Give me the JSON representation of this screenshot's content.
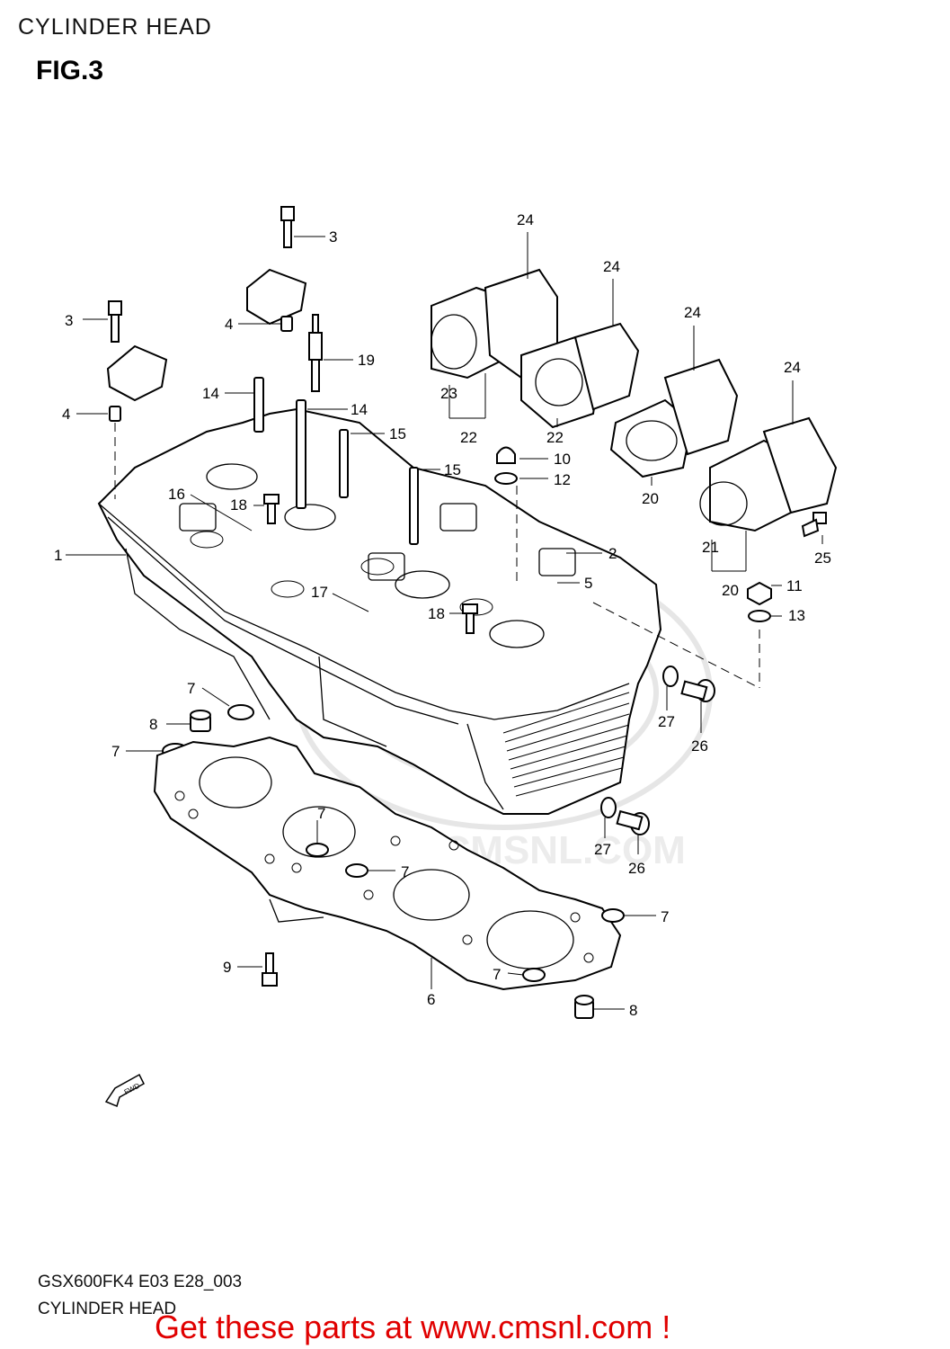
{
  "header": {
    "title": "CYLINDER HEAD",
    "figure": "FIG.3"
  },
  "footer": {
    "model_code": "GSX600FK4 E03 E28_003",
    "section_name": "CYLINDER HEAD"
  },
  "promo": {
    "text": "Get these parts at www.cmsnl.com !",
    "color": "#e00000"
  },
  "watermark": {
    "text": "WWW.CMSNL.COM"
  },
  "direction_marker": {
    "text": "FWD"
  },
  "callouts": [
    {
      "id": "c3a",
      "label": "3"
    },
    {
      "id": "c3b",
      "label": "3"
    },
    {
      "id": "c4a",
      "label": "4"
    },
    {
      "id": "c4b",
      "label": "4"
    },
    {
      "id": "c19",
      "label": "19"
    },
    {
      "id": "c14a",
      "label": "14"
    },
    {
      "id": "c14b",
      "label": "14"
    },
    {
      "id": "c15a",
      "label": "15"
    },
    {
      "id": "c15b",
      "label": "15"
    },
    {
      "id": "c16",
      "label": "16"
    },
    {
      "id": "c18a",
      "label": "18"
    },
    {
      "id": "c18b",
      "label": "18"
    },
    {
      "id": "c1",
      "label": "1"
    },
    {
      "id": "c17",
      "label": "17"
    },
    {
      "id": "c2",
      "label": "2"
    },
    {
      "id": "c5",
      "label": "5"
    },
    {
      "id": "c24a",
      "label": "24"
    },
    {
      "id": "c24b",
      "label": "24"
    },
    {
      "id": "c24c",
      "label": "24"
    },
    {
      "id": "c24d",
      "label": "24"
    },
    {
      "id": "c23",
      "label": "23"
    },
    {
      "id": "c22a",
      "label": "22"
    },
    {
      "id": "c22b",
      "label": "22"
    },
    {
      "id": "c10",
      "label": "10"
    },
    {
      "id": "c12",
      "label": "12"
    },
    {
      "id": "c20a",
      "label": "20"
    },
    {
      "id": "c20b",
      "label": "20"
    },
    {
      "id": "c21",
      "label": "21"
    },
    {
      "id": "c25",
      "label": "25"
    },
    {
      "id": "c11",
      "label": "11"
    },
    {
      "id": "c13",
      "label": "13"
    },
    {
      "id": "c27a",
      "label": "27"
    },
    {
      "id": "c26a",
      "label": "26"
    },
    {
      "id": "c27b",
      "label": "27"
    },
    {
      "id": "c26b",
      "label": "26"
    },
    {
      "id": "c7a",
      "label": "7"
    },
    {
      "id": "c8a",
      "label": "8"
    },
    {
      "id": "c7b",
      "label": "7"
    },
    {
      "id": "c7c",
      "label": "7"
    },
    {
      "id": "c7d",
      "label": "7"
    },
    {
      "id": "c7e",
      "label": "7"
    },
    {
      "id": "c7f",
      "label": "7"
    },
    {
      "id": "c9",
      "label": "9"
    },
    {
      "id": "c6",
      "label": "6"
    },
    {
      "id": "c8b",
      "label": "8"
    }
  ]
}
